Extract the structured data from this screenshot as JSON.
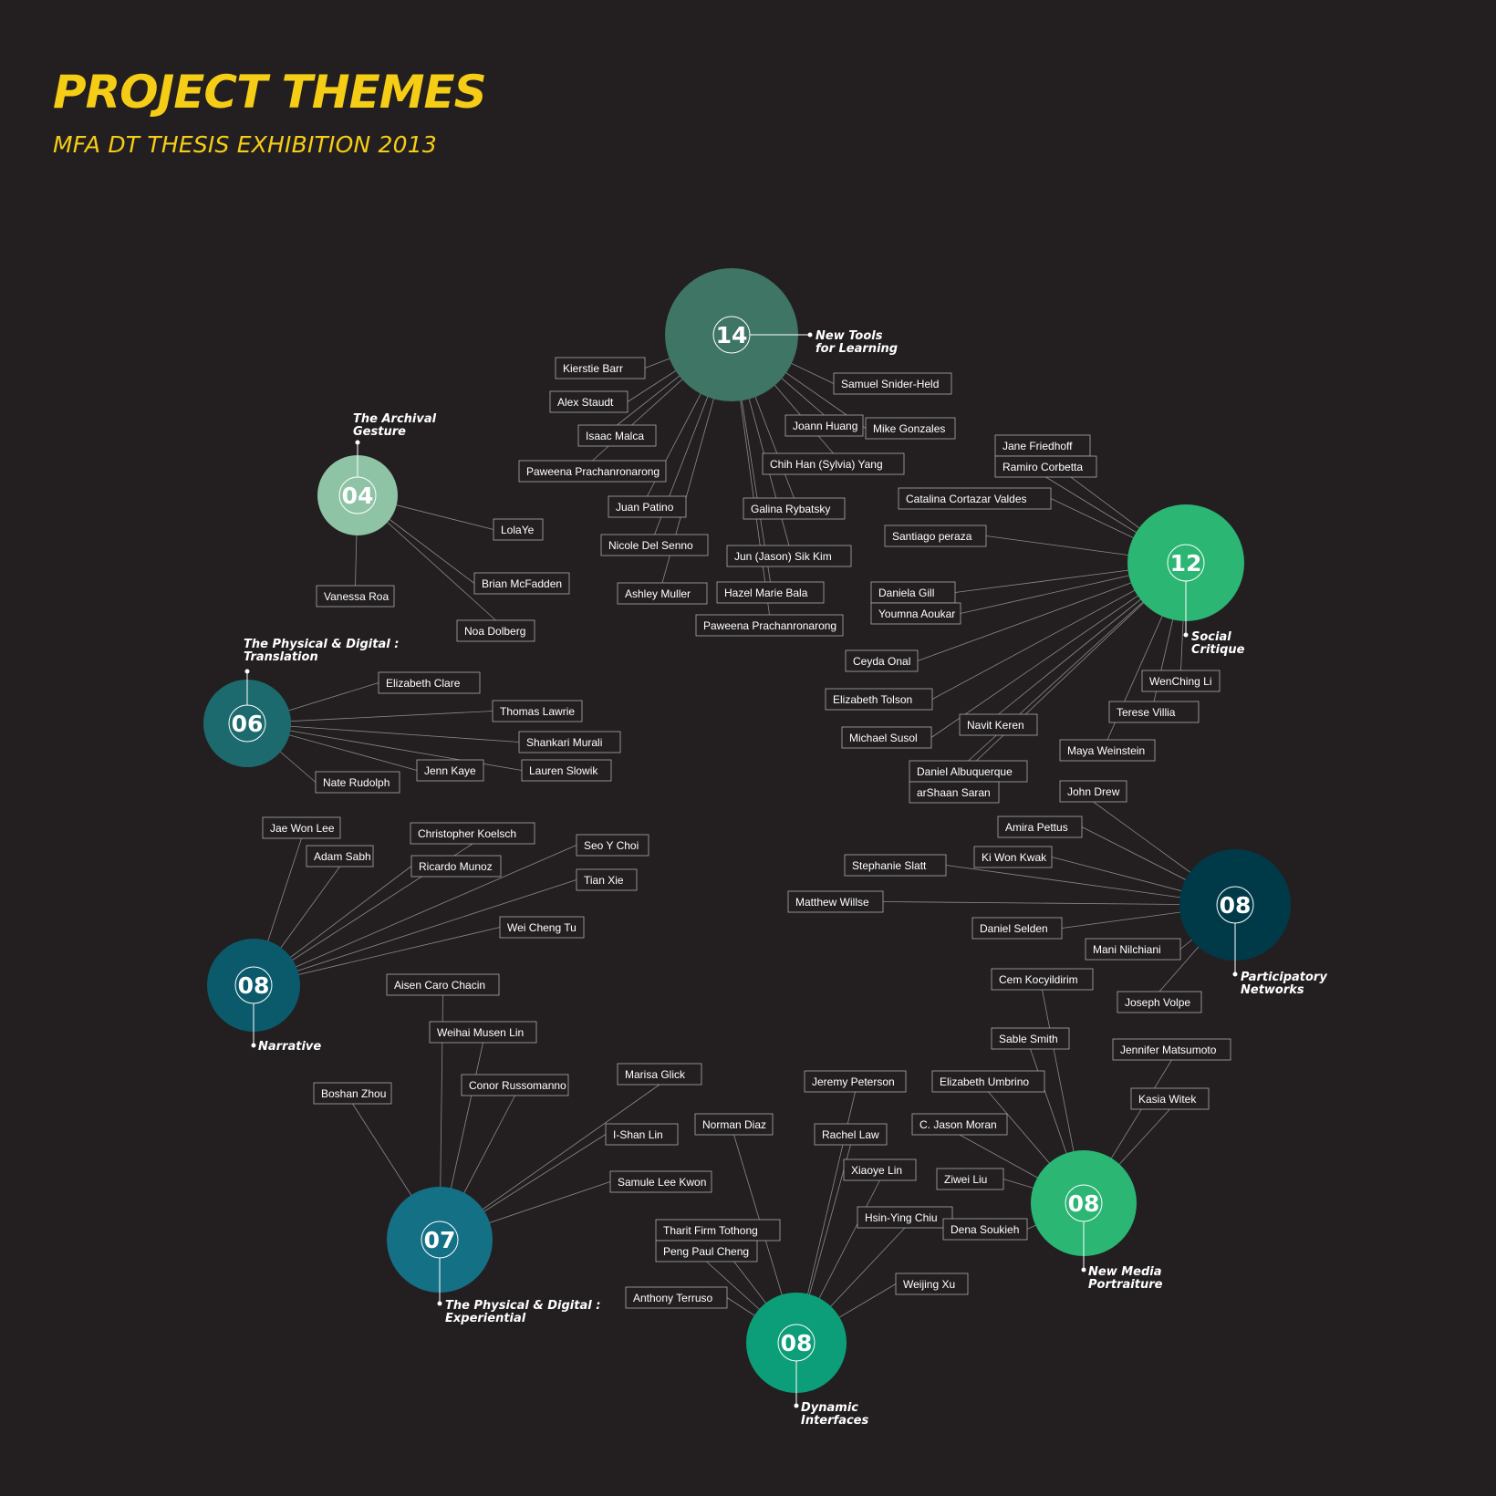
{
  "header": {
    "title": "PROJECT THEMES",
    "subtitle": "MFA DT THESIS EXHIBITION 2013"
  },
  "colors": {
    "background": "#231f20",
    "title": "#f5cd16",
    "line": "#8a8a8a"
  },
  "themes": [
    {
      "id": "new-tools",
      "count": "14",
      "label": [
        "New Tools",
        "for Learning"
      ],
      "color": "#3f7565",
      "members": [
        "Kierstie Barr",
        "Alex Staudt",
        "Isaac Malca",
        "Paweena Prachanronarong",
        "Juan Patino",
        "Nicole Del Senno",
        "Ashley Muller",
        "Paweena Prachanronarong",
        "Hazel Marie Bala",
        "Jun (Jason) Sik Kim",
        "Galina Rybatsky",
        "Chih Han (Sylvia) Yang",
        "Joann Huang",
        "Mike Gonzales",
        "Samuel Snider-Held"
      ]
    },
    {
      "id": "archival-gesture",
      "count": "04",
      "label": [
        "The Archival",
        "Gesture"
      ],
      "color": "#8ec4a5",
      "members": [
        "LolaYe",
        "Brian McFadden",
        "Noa Dolberg",
        "Vanessa Roa"
      ]
    },
    {
      "id": "social-critique",
      "count": "12",
      "label": [
        "Social",
        "Critique"
      ],
      "color": "#2bb674",
      "members": [
        "Jane Friedhoff",
        "Ramiro Corbetta",
        "Catalina Cortazar Valdes",
        "Santiago peraza",
        "Daniela Gill",
        "Youmna Aoukar",
        "Ceyda Onal",
        "Elizabeth Tolson",
        "Michael Susol",
        "Navit Keren",
        "Daniel Albuquerque",
        "arShaan Saran",
        "Maya Weinstein",
        "Terese Villia",
        "WenChing Li"
      ]
    },
    {
      "id": "physical-digital-translation",
      "count": "06",
      "label": [
        "The Physical & Digital :",
        "Translation"
      ],
      "color": "#1c6a6e",
      "members": [
        "Elizabeth Clare",
        "Thomas Lawrie",
        "Shankari Murali",
        "Lauren Slowik",
        "Jenn Kaye",
        "Nate Rudolph"
      ]
    },
    {
      "id": "participatory-networks",
      "count": "08",
      "label": [
        "Participatory",
        "Networks"
      ],
      "color": "#003a48",
      "members": [
        "John Drew",
        "Amira Pettus",
        "Ki Won Kwak",
        "Stephanie Slatt",
        "Matthew Willse",
        "Daniel Selden",
        "Mani Nilchiani",
        "Joseph Volpe"
      ]
    },
    {
      "id": "narrative",
      "count": "08",
      "label": [
        "Narrative"
      ],
      "color": "#0b5a6c",
      "members": [
        "Jae Won Lee",
        "Adam Sabh",
        "Christopher Koelsch",
        "Ricardo Munoz",
        "Seo Y Choi",
        "Tian Xie",
        "Wei Cheng Tu"
      ]
    },
    {
      "id": "physical-digital-experiential",
      "count": "07",
      "label": [
        "The Physical & Digital :",
        "Experiential"
      ],
      "color": "#147085",
      "members": [
        "Aisen Caro Chacin",
        "Weihai Musen Lin",
        "Conor Russomanno",
        "Boshan Zhou",
        "Marisa Glick",
        "I-Shan Lin",
        "Samule Lee Kwon"
      ]
    },
    {
      "id": "dynamic-interfaces",
      "count": "08",
      "label": [
        "Dynamic",
        "Interfaces"
      ],
      "color": "#0c9e78",
      "members": [
        "Jeremy Peterson",
        "Norman Diaz",
        "Rachel Law",
        "Xiaoye Lin",
        "Hsin-Ying Chiu",
        "Tharit Firm Tothong",
        "Peng Paul Cheng",
        "Anthony Terruso",
        "Weijing Xu"
      ]
    },
    {
      "id": "new-media-portraiture",
      "count": "08",
      "label": [
        "New Media",
        "Portraiture"
      ],
      "color": "#2bb674",
      "members": [
        "Cem Kocyildirim",
        "Sable Smith",
        "Jennifer Matsumoto",
        "Elizabeth Umbrino",
        "Kasia Witek",
        "C. Jason Moran",
        "Ziwei Liu",
        "Dena Soukieh"
      ]
    }
  ]
}
